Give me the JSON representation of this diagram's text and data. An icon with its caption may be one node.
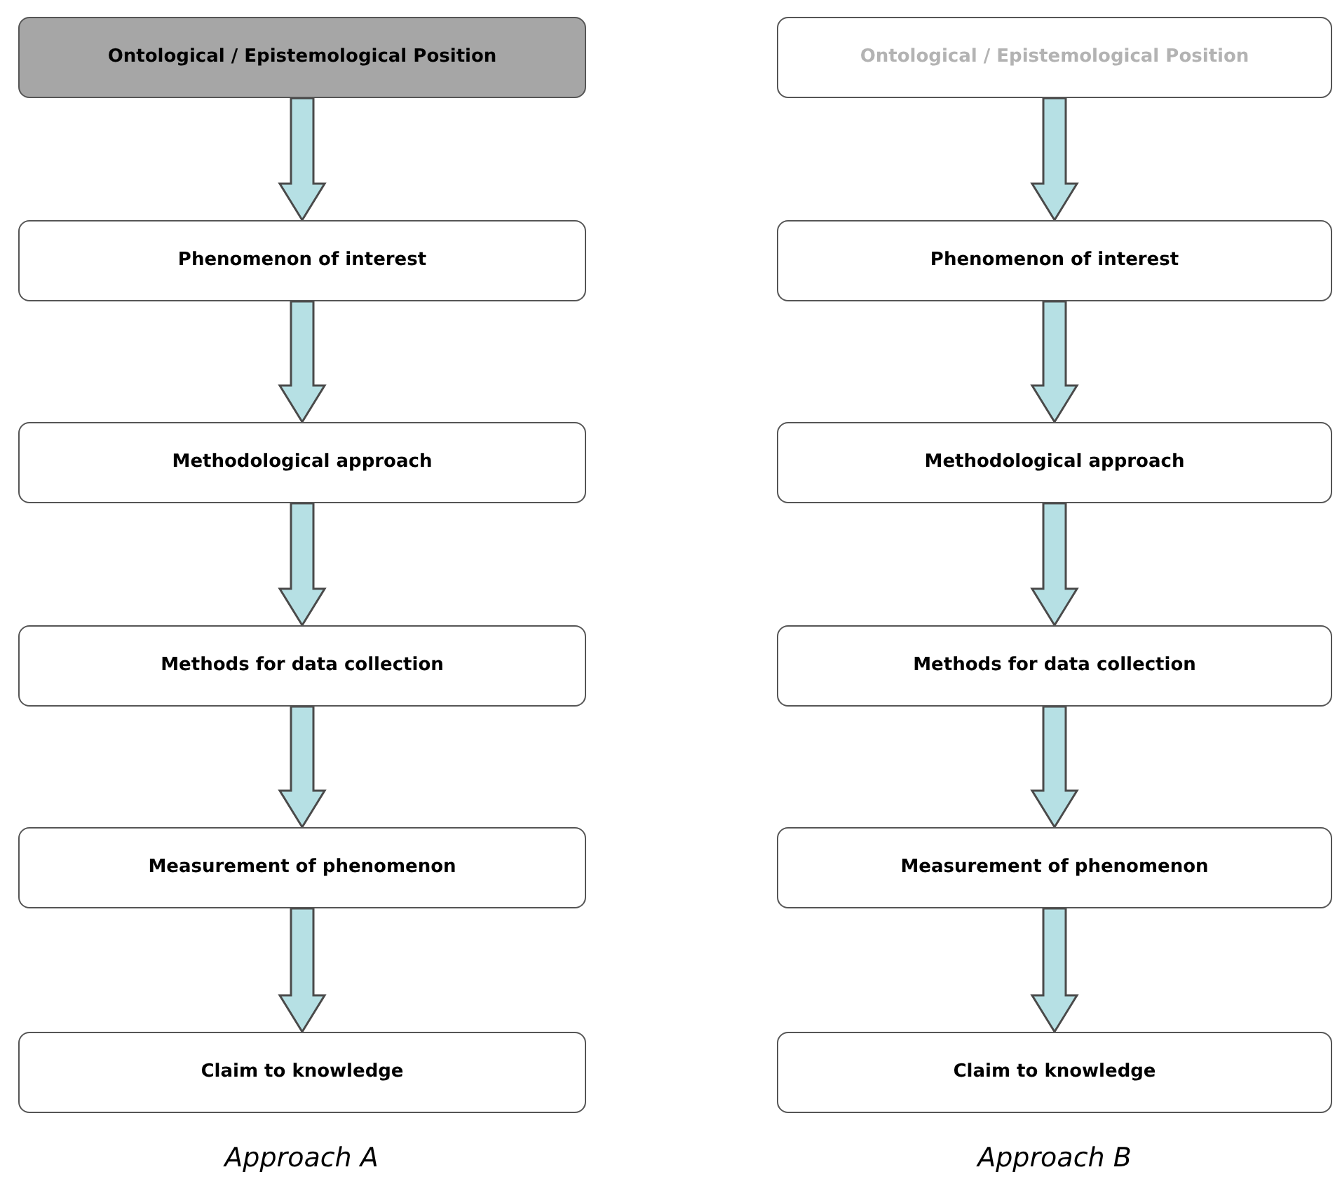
{
  "diagram": {
    "nodes": [
      {
        "text": [
          "Ontological / Epistemological Position"
        ]
      },
      {
        "text": [
          "Phenomenon of interest"
        ]
      },
      {
        "text": [
          "Methodological approach"
        ]
      },
      {
        "text": [
          "Methods for data collection"
        ]
      },
      {
        "text": [
          "Measurement of phenomenon"
        ]
      },
      {
        "text": [
          "Claim to knowledge"
        ]
      },
      {
        "text": [
          "Ontological / Epistemological Position"
        ]
      },
      {
        "text": [
          "Phenomenon of interest"
        ]
      },
      {
        "text": [
          "Methodological approach"
        ]
      },
      {
        "text": [
          "Methods for data collection"
        ]
      },
      {
        "text": [
          "Measurement of phenomenon"
        ]
      },
      {
        "text": [
          "Claim to knowledge"
        ]
      }
    ],
    "edges": [
      {
        "from": 0,
        "to": 1,
        "arrow": "to",
        "style": "thick"
      },
      {
        "from": 1,
        "to": 2,
        "arrow": "to",
        "style": "thick"
      },
      {
        "from": 2,
        "to": 3,
        "arrow": "to",
        "style": "thick"
      },
      {
        "from": 3,
        "to": 4,
        "arrow": "to",
        "style": "thick"
      },
      {
        "from": 4,
        "to": 5,
        "arrow": "to",
        "style": "thick"
      },
      {
        "from": 6,
        "to": 7,
        "arrow": "to",
        "style": "thick"
      },
      {
        "from": 7,
        "to": 8,
        "arrow": "to",
        "style": "thick"
      },
      {
        "from": 8,
        "to": 9,
        "arrow": "to",
        "style": "thick"
      },
      {
        "from": 9,
        "to": 10,
        "arrow": "to",
        "style": "thick"
      },
      {
        "from": 10,
        "to": 11,
        "arrow": "to",
        "style": "thick"
      }
    ],
    "labels": [
      "Approach A",
      "Approach B"
    ]
  }
}
